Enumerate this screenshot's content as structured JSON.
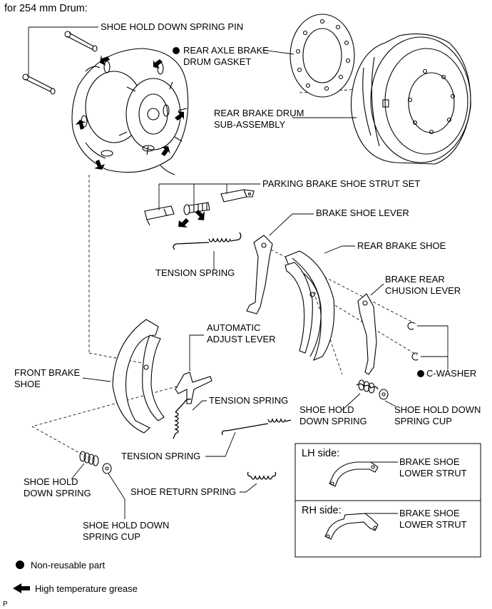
{
  "header": "for 254 mm Drum:",
  "labels": {
    "shoe_hold_down_spring_pin": "SHOE HOLD DOWN SPRING PIN",
    "drum_gasket_line1": "REAR AXLE BRAKE",
    "drum_gasket_line2": "DRUM GASKET",
    "brake_drum_line1": "REAR BRAKE DRUM",
    "brake_drum_line2": "SUB-ASSEMBLY",
    "strut_set": "PARKING BRAKE SHOE STRUT SET",
    "brake_shoe_lever": "BRAKE SHOE LEVER",
    "rear_brake_shoe": "REAR BRAKE SHOE",
    "tension_spring_upper": "TENSION SPRING",
    "cushion_lever_line1": "BRAKE REAR",
    "cushion_lever_line2": "CHUSION LEVER",
    "adjust_lever_line1": "AUTOMATIC",
    "adjust_lever_line2": "ADJUST LEVER",
    "front_shoe_line1": "FRONT BRAKE",
    "front_shoe_line2": "SHOE",
    "c_washer": "C-WASHER",
    "tension_spring_mid": "TENSION SPRING",
    "hold_down_spring_right_line1": "SHOE HOLD",
    "hold_down_spring_right_line2": "DOWN SPRING",
    "spring_cup_right_line1": "SHOE HOLD DOWN",
    "spring_cup_right_line2": "SPRING CUP",
    "tension_spring_lower": "TENSION SPRING",
    "shoe_return_spring": "SHOE RETURN SPRING",
    "hold_down_spring_left_line1": "SHOE HOLD",
    "hold_down_spring_left_line2": "DOWN SPRING",
    "spring_cup_left_line1": "SHOE HOLD DOWN",
    "spring_cup_left_line2": "SPRING CUP"
  },
  "strut_box": {
    "lh_side": "LH side:",
    "rh_side": "RH side:",
    "lh_part_line1": "BRAKE SHOE",
    "lh_part_line2": "LOWER STRUT",
    "rh_part_line1": "BRAKE SHOE",
    "rh_part_line2": "LOWER STRUT"
  },
  "legend": {
    "non_reusable": "Non-reusable part",
    "grease": "High temperature grease"
  },
  "footer_code": "P"
}
